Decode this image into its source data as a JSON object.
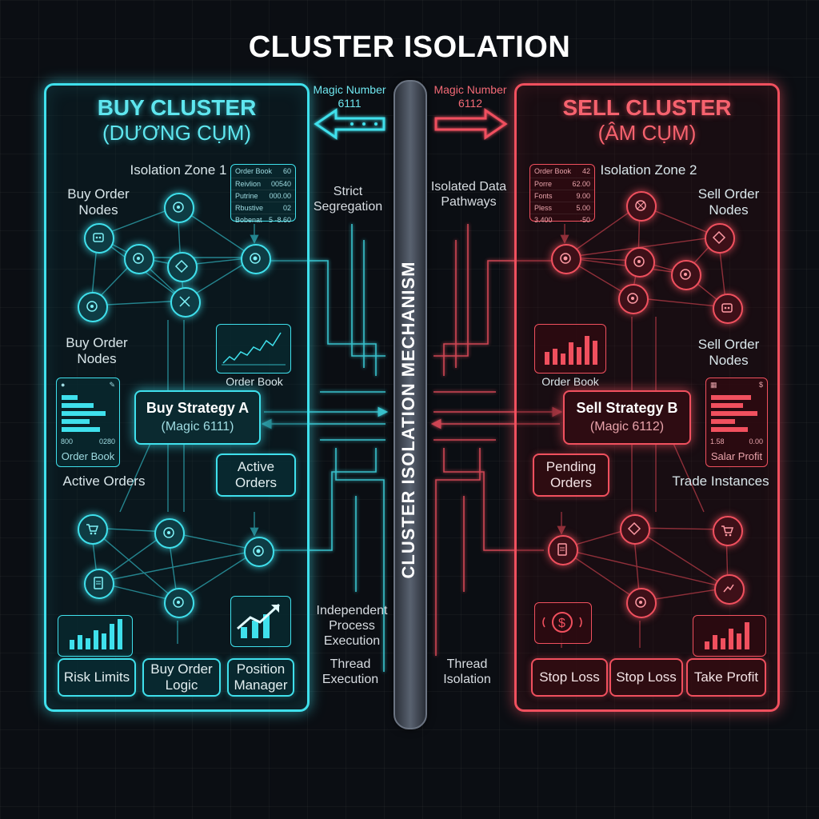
{
  "title": "CLUSTER ISOLATION",
  "center_label": "CLUSTER ISOLATION MECHANISM",
  "magic_left": {
    "label": "Magic Number",
    "value": "6111"
  },
  "magic_right": {
    "label": "Magic Number",
    "value": "6112"
  },
  "middle_left": {
    "strict": "Strict Segregation",
    "independent": "Independent Process Execution",
    "thread": "Thread Execution"
  },
  "middle_right": {
    "isolated": "Isolated Data Pathways",
    "thread": "Thread Isolation"
  },
  "buy": {
    "title": "BUY CLUSTER",
    "subtitle": "(DƯƠNG CỤM)",
    "zone": "Isolation Zone 1",
    "nodes_top_label": "Buy Order Nodes",
    "nodes_mid_label": "Buy Order Nodes",
    "order_book_top": {
      "header": "Order Book",
      "header_val": "60",
      "rows": [
        [
          "Reivlion",
          "00540"
        ],
        [
          "Putrine",
          "000.00"
        ],
        [
          "Rbustive",
          "02"
        ],
        [
          "Bobenat",
          "5 ·8.60"
        ]
      ]
    },
    "order_book_chart_label": "Order Book",
    "order_book_side_label": "Order Book",
    "order_book_side_vals": [
      "800",
      "0280"
    ],
    "strategy": {
      "name": "Buy Strategy A",
      "magic": "(Magic 6111)"
    },
    "active_orders_left": "Active Orders",
    "active_orders_box": "Active Orders",
    "bottom": [
      "Risk Limits",
      "Buy Order Logic",
      "Position Manager"
    ]
  },
  "sell": {
    "title": "SELL CLUSTER",
    "subtitle": "(ÂM CỤM)",
    "zone": "Isolation Zone 2",
    "nodes_top_label": "Sell Order Nodes",
    "nodes_mid_label": "Sell Order Nodes",
    "order_book_top": {
      "header": "Order Book",
      "header_val": "42",
      "rows": [
        [
          "Porre",
          "62.00"
        ],
        [
          "Fonts",
          "9.00"
        ],
        [
          "Pless",
          "5.00"
        ],
        [
          "3.400",
          "·50"
        ]
      ]
    },
    "order_book_chart_label": "Order Book",
    "side_label": "Salar Profit",
    "side_vals": [
      "1.58",
      "0.00"
    ],
    "strategy": {
      "name": "Sell Strategy B",
      "magic": "(Magic 6112)"
    },
    "pending_orders_box": "Pending Orders",
    "trade_instances": "Trade Instances",
    "bottom": [
      "Stop Loss",
      "Stop Loss",
      "Take Profit"
    ]
  },
  "colors": {
    "buy": "#3fe0ec",
    "sell": "#f0505e",
    "background": "#0b0e13"
  },
  "icons": [
    "robot-icon",
    "network-node-icon",
    "chart-icon",
    "dollar-icon",
    "cart-icon",
    "document-icon",
    "arrow-left-icon",
    "arrow-right-icon"
  ]
}
